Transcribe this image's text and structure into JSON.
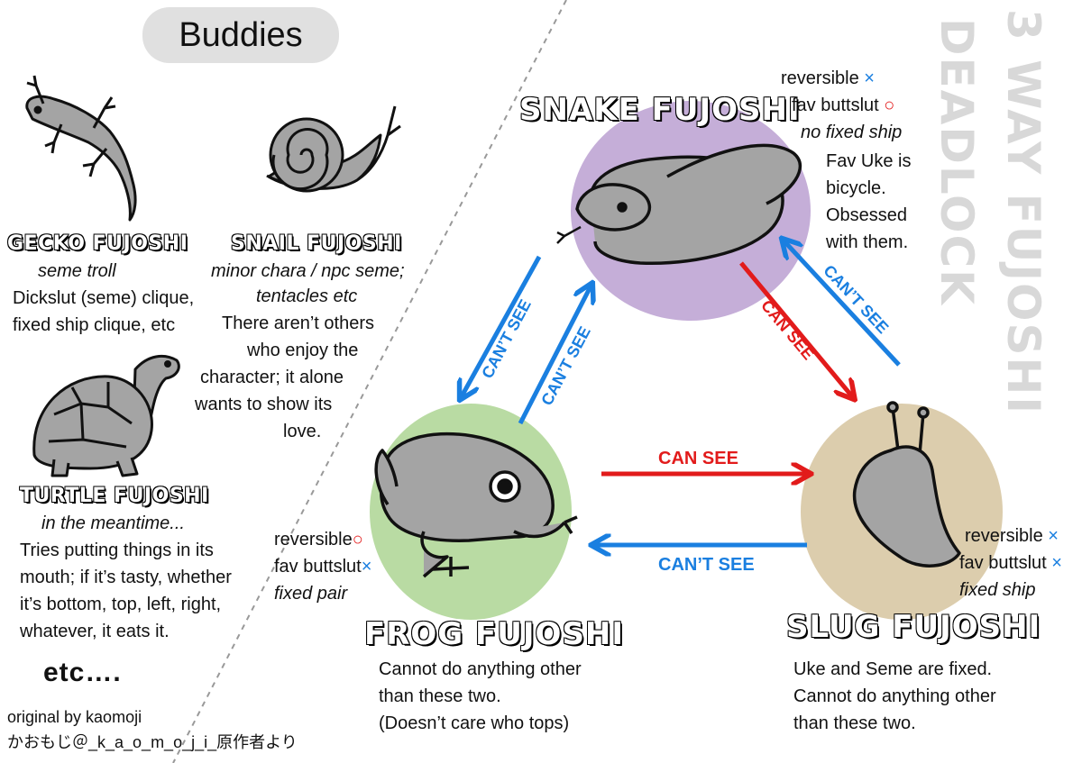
{
  "buddies_title": "Buddies",
  "side_title": {
    "line1": "3 WAY FUJOSHI",
    "line2": "DEADLOCK"
  },
  "gecko": {
    "name": "GECKO FUJOSHI",
    "tag": "seme troll",
    "desc": [
      "Dickslut (seme) clique,",
      "fixed ship clique, etc"
    ]
  },
  "snail": {
    "name": "SNAIL FUJOSHI",
    "tag": [
      "minor chara / npc seme;",
      "tentacles etc"
    ],
    "desc": [
      "There aren’t others",
      "who enjoy the",
      "character; it alone",
      "wants to show its",
      "love."
    ]
  },
  "turtle": {
    "name": "TURTLE FUJOSHI",
    "tag": "in the meantime...",
    "desc": [
      "Tries putting things in its",
      "mouth; if it’s tasty, whether",
      "it’s bottom, top, left, right,",
      "whatever, it eats it."
    ]
  },
  "etc": "etc….",
  "credit": {
    "line1": "original by kaomoji",
    "line2": "かおもじ＠_k_a_o_m_o_j_i_原作者より"
  },
  "snake": {
    "name": "SNAKE FUJOSHI",
    "reversible": "reversible",
    "reversible_mark": "×",
    "fav": "fav buttslut",
    "fav_mark": "○",
    "ship": "no fixed ship",
    "desc": [
      "Fav Uke is",
      "bicycle.",
      "Obsessed",
      "with them."
    ]
  },
  "frog": {
    "name": "FROG FUJOSHI",
    "reversible": "reversible",
    "reversible_mark": "○",
    "fav": "fav buttslut",
    "fav_mark": "×",
    "ship": "fixed pair",
    "desc": [
      "Cannot do anything other",
      "than these two.",
      "(Doesn’t care who tops)"
    ]
  },
  "slug": {
    "name": "SLUG FUJOSHI",
    "reversible": "reversible",
    "reversible_mark": "×",
    "fav": "fav buttslut",
    "fav_mark": "×",
    "ship": "fixed ship",
    "desc": [
      "Uke and Seme are fixed.",
      "Cannot do anything other",
      "than these two."
    ]
  },
  "arrows": {
    "cant_see": "CAN’T SEE",
    "can_see": "CAN SEE"
  },
  "colors": {
    "blue": "#1a7fe0",
    "red": "#e21b1b",
    "purple": "#c5aed8",
    "green": "#b9dba3",
    "tan": "#dccdad",
    "animal": "#a4a4a4"
  }
}
